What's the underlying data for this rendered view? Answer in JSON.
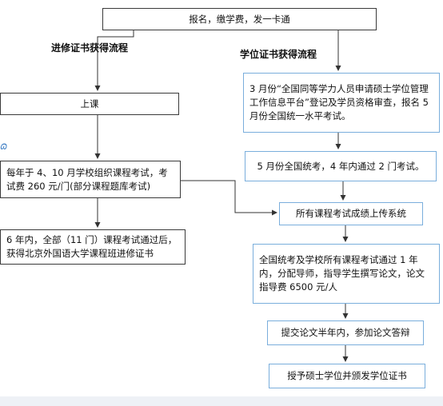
{
  "headings": {
    "training_track": "进修证书获得流程",
    "degree_track": "学位证书获得流程"
  },
  "top": {
    "registration": "报名，缴学费，发一卡通"
  },
  "training_track": {
    "attend_class": "上课",
    "course_exams": "每年于 4、10 月学校组织课程考试，考试费 260 元/门(部分课程题库考试)",
    "certificate": "6 年内，全部（11 门）课程考试通过后，获得北京外国语大学课程班进修证书"
  },
  "degree_track": {
    "apply_register": "3 月份“全国同等学力人员申请硕士学位管理工作信息平台”登记及学员资格审查，报名 5 月份全国统一水平考试。",
    "national_exam": "5 月份全国统考，4 年内通过 2 门考试。",
    "upload_scores": "所有课程考试成绩上传系统",
    "assign_advisor": "全国统考及学校所有课程考试通过 1 年内，分配导师，指导学生撰写论文，论文指导费 6500 元/人",
    "thesis_defense": "提交论文半年内，参加论文答辩",
    "award_degree": "授予硕士学位并颁发学位证书"
  },
  "colors": {
    "gray_border": "#3a3a3a",
    "blue_border": "#7aaedc",
    "line": "#333333"
  }
}
